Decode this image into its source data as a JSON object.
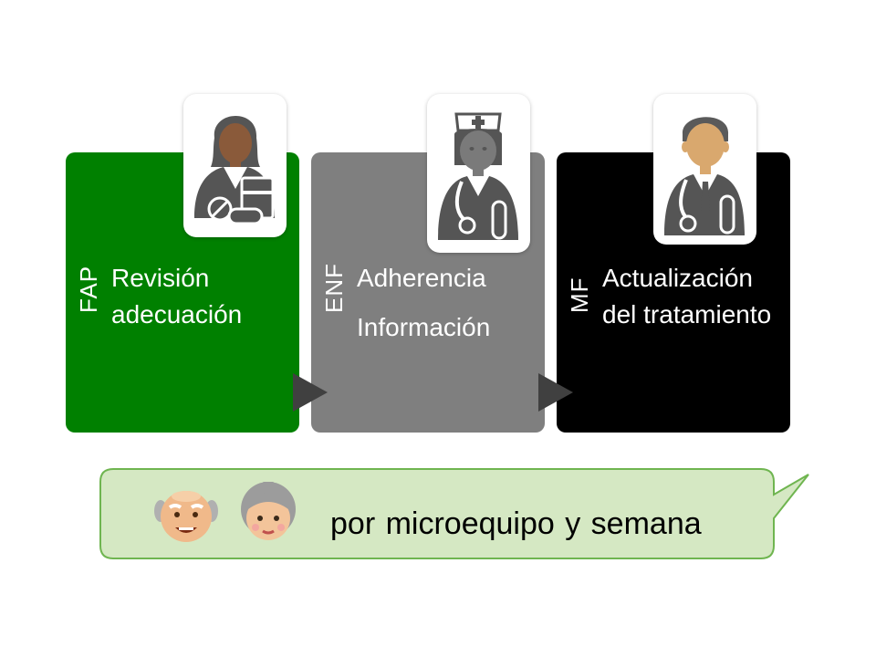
{
  "colors": {
    "fap": "#008000",
    "enf": "#7f7f7f",
    "mf": "#000000",
    "bubble_fill": "#d5e8c3",
    "bubble_border": "#6fb550"
  },
  "panels": [
    {
      "tag": "FAP",
      "lines": [
        "Revisión adecuación"
      ],
      "icon": "pharmacist-icon"
    },
    {
      "tag": "ENF",
      "lines": [
        "Adherencia",
        "Información"
      ],
      "icon": "nurse-icon"
    },
    {
      "tag": "MF",
      "lines": [
        "Actualización del tratamiento"
      ],
      "icon": "doctor-icon"
    }
  ],
  "bubble": {
    "text": "por microequipo y semana",
    "icons": [
      "old-man-icon",
      "old-woman-icon"
    ]
  }
}
